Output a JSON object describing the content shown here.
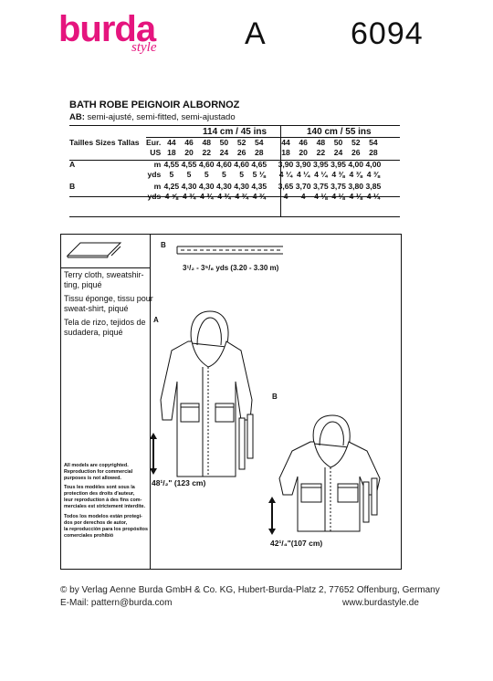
{
  "header": {
    "brand": "burda",
    "brand_sub": "style",
    "view_letter": "A",
    "pattern_number": "6094"
  },
  "section": {
    "title": "BATH ROBE  PEIGNOIR  ALBORNOZ",
    "fit_prefix": "AB:",
    "fit_text": "semi-ajusté, semi-fitted, semi-ajustado"
  },
  "yardage": {
    "width_114": "114 cm / 45 ins",
    "width_140": "140 cm / 55 ins",
    "rows": [
      {
        "label": "Tailles  Sizes  Tallas",
        "unit": "Eur.",
        "cells": [
          "44",
          "46",
          "48",
          "50",
          "52",
          "54",
          "44",
          "46",
          "48",
          "50",
          "52",
          "54"
        ]
      },
      {
        "label": "",
        "unit": "US",
        "cells": [
          "18",
          "20",
          "22",
          "24",
          "26",
          "28",
          "18",
          "20",
          "22",
          "24",
          "26",
          "28"
        ]
      },
      {
        "label": "A",
        "unit": "m",
        "cells": [
          "4,55",
          "4,55",
          "4,60",
          "4,60",
          "4,60",
          "4,65",
          "3,90",
          "3,90",
          "3,95",
          "3,95",
          "4,00",
          "4,00"
        ]
      },
      {
        "label": "",
        "unit": "yds",
        "cells": [
          "5",
          "5",
          "5",
          "5",
          "5",
          "5 ⅛",
          "4 ¼",
          "4 ¼",
          "4 ¼",
          "4 ⅜",
          "4 ⅜",
          "4 ⅜"
        ]
      },
      {
        "label": "B",
        "unit": "m",
        "cells": [
          "4,25",
          "4,30",
          "4,30",
          "4,30",
          "4,30",
          "4,35",
          "3,65",
          "3,70",
          "3,75",
          "3,75",
          "3,80",
          "3,85"
        ]
      },
      {
        "label": "",
        "unit": "yds",
        "cells": [
          "4 ⅝",
          "4 ¾",
          "4 ¾",
          "4 ¾",
          "4 ¾",
          "4 ¾",
          "4",
          "4",
          "4 ⅛",
          "4 ⅛",
          "4 ⅛",
          "4 ¼"
        ]
      }
    ]
  },
  "trim": {
    "label": "B",
    "measure": "3¹/₂ - 3⁵/₈ yds (3.20 - 3.30 m)"
  },
  "fabrics": [
    "Terry cloth, sweatshir-\nting, piqué",
    "Tissu éponge, tissu pour\nsweat-shirt, piqué",
    "Tela de rizo, tejidos de\nsudadera, piqué"
  ],
  "legal": [
    "All models are copyrighted.\nReproduction for commercial\npurposes is not allowed.",
    "Tous les modèles sont sous la\nprotection des droits d'auteur,\nleur reproduction à des fins com-\nmerciales est strictement interdite.",
    "Todos los modelos están protegi-\ndos por derechos de autor,\nla reproducción para los propósitos\ncomerciales prohibió"
  ],
  "views": [
    {
      "letter": "A",
      "length": "48¹/₂\"  (123 cm)"
    },
    {
      "letter": "B",
      "length": "42¹/₄\"(107 cm)"
    }
  ],
  "footer": {
    "copyright": "© by Verlag Aenne Burda GmbH & Co. KG, Hubert-Burda-Platz 2, 77652 Offenburg, Germany",
    "email": "E-Mail: pattern@burda.com",
    "website": "www.burdastyle.de"
  }
}
